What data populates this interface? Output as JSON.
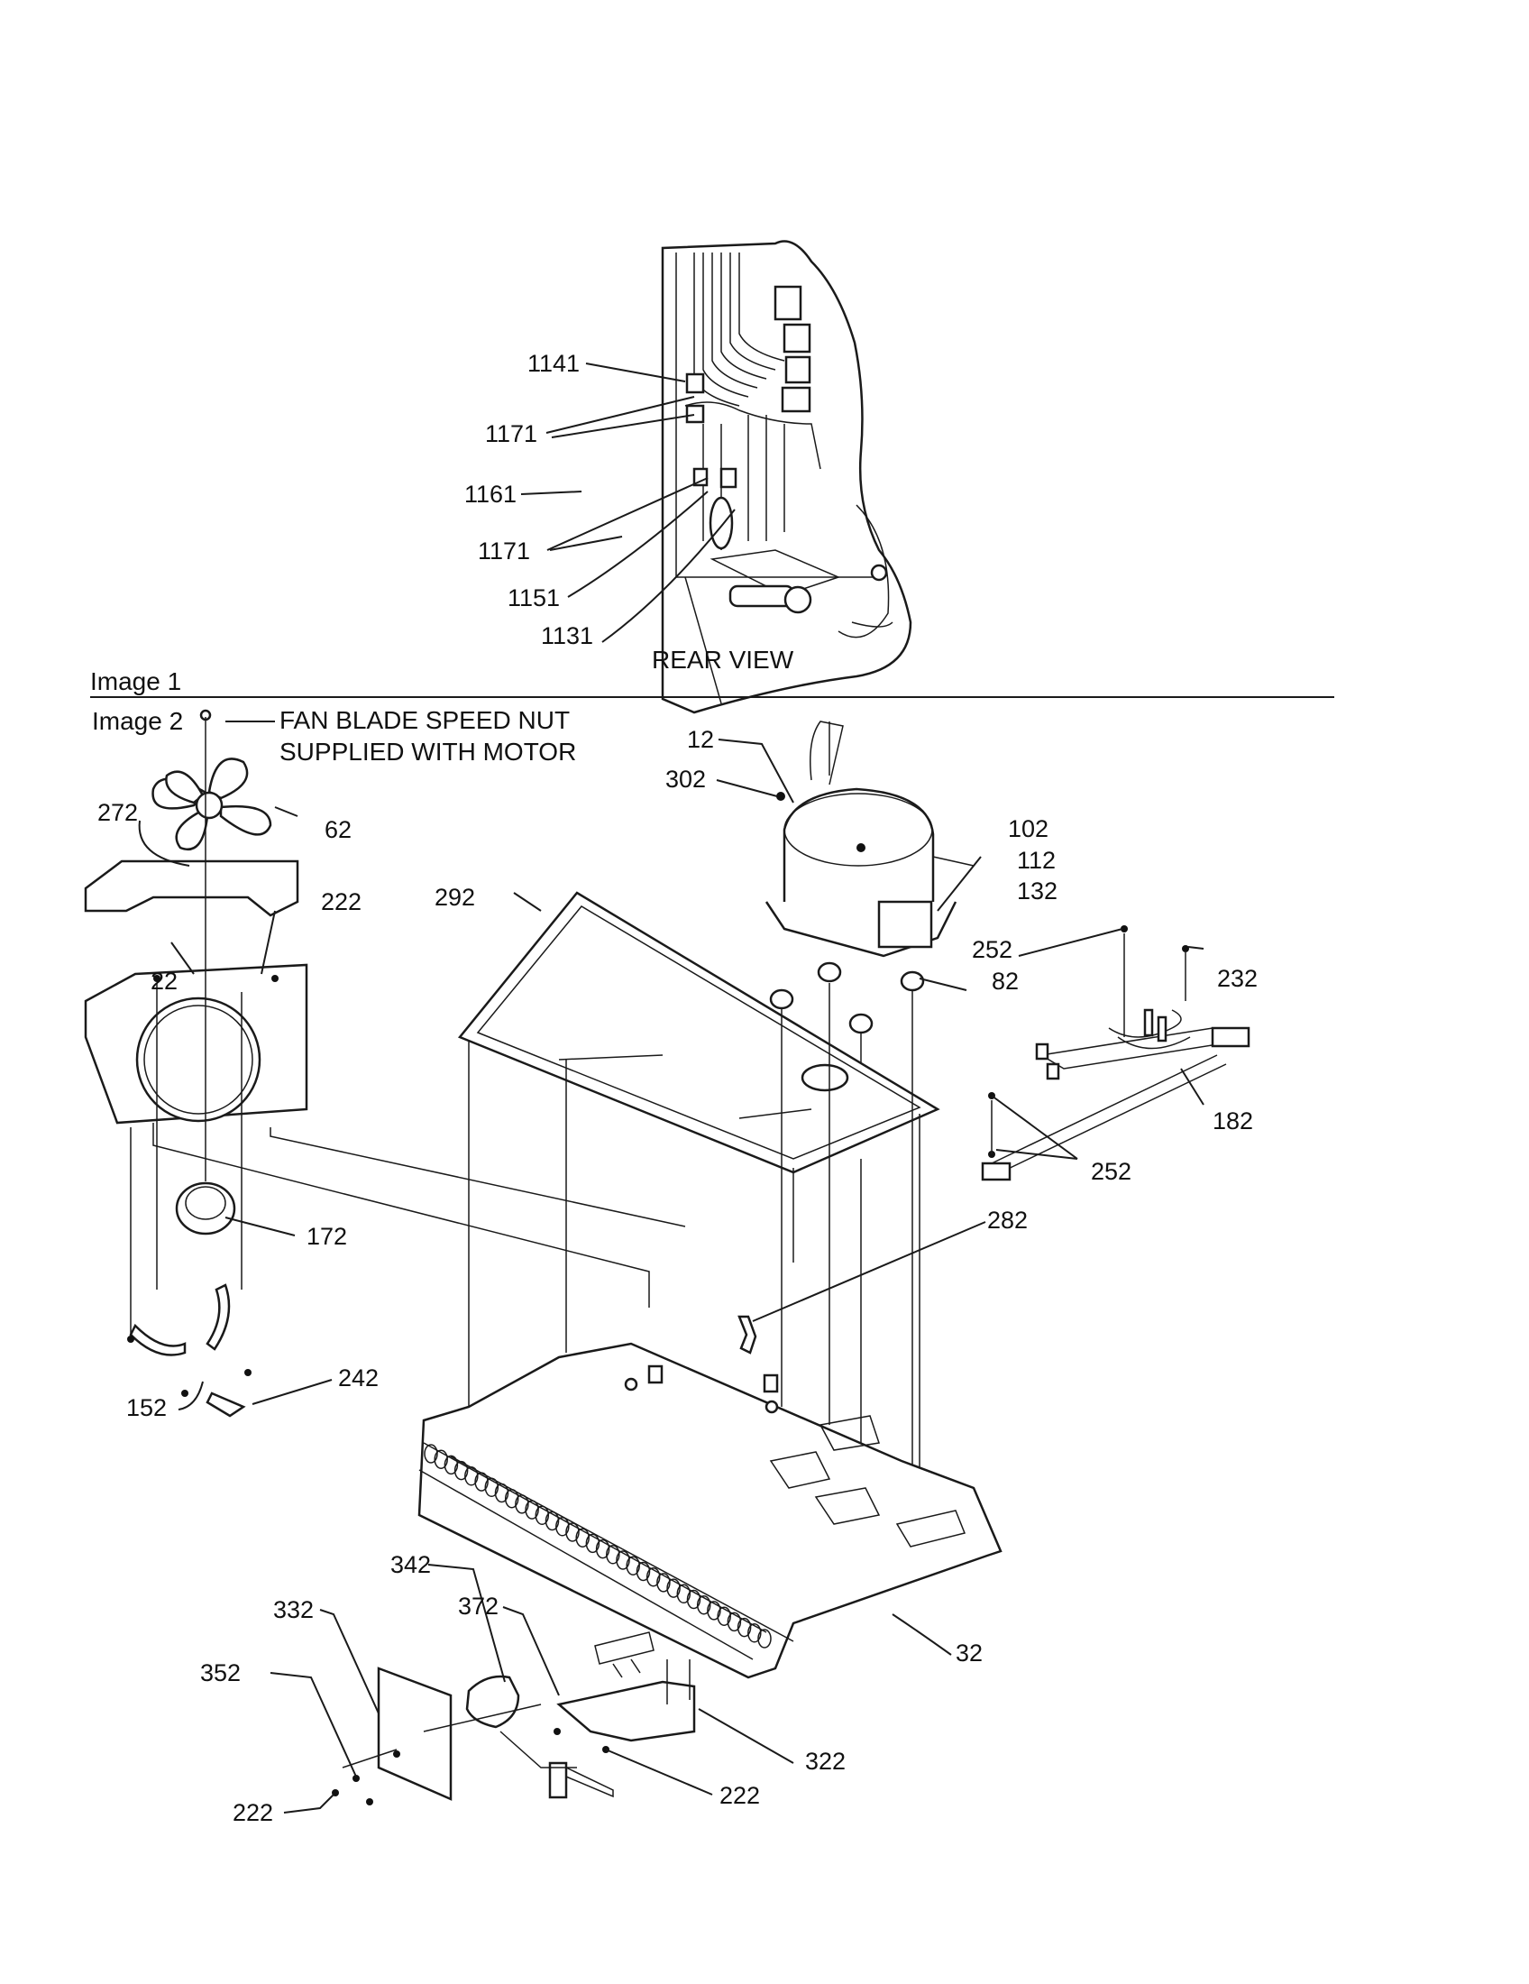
{
  "captions": {
    "image1": "Image 1",
    "image2": "Image 2",
    "rear_view": "REAR VIEW",
    "note_line1": "FAN BLADE SPEED NUT",
    "note_line2": "SUPPLIED WITH MOTOR"
  },
  "labels": {
    "p1141": "1141",
    "p1171a": "1171",
    "p1161": "1161",
    "p1171b": "1171",
    "p1151": "1151",
    "p1131": "1131",
    "p12": "12",
    "p302": "302",
    "p102": "102",
    "p112": "112",
    "p132": "132",
    "p272": "272",
    "p62": "62",
    "p222a": "222",
    "p292": "292",
    "p22": "22",
    "p252a": "252",
    "p232": "232",
    "p82": "82",
    "p182": "182",
    "p252b": "252",
    "p172": "172",
    "p282": "282",
    "p242": "242",
    "p152": "152",
    "p342": "342",
    "p332": "332",
    "p372": "372",
    "p32": "32",
    "p352": "352",
    "p322": "322",
    "p222b": "222",
    "p222c": "222"
  }
}
